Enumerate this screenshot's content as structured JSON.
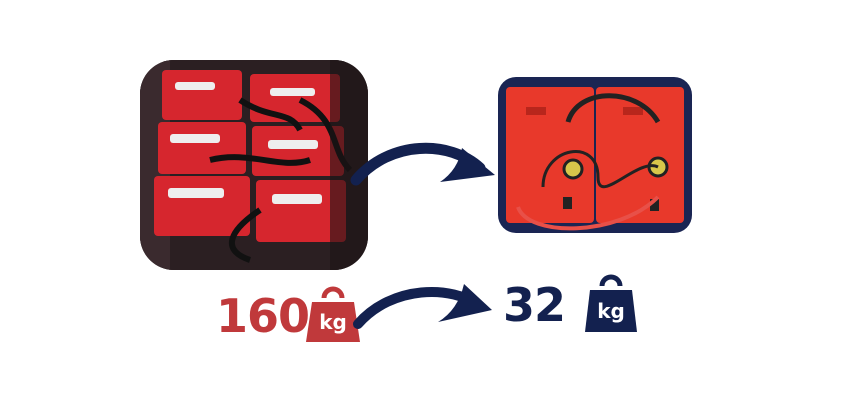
{
  "before": {
    "weight_value": "160",
    "unit": "kg",
    "color": "#c0393b"
  },
  "after": {
    "weight_value": "32",
    "unit": "kg",
    "color": "#13214f"
  },
  "icons": [
    "lead-acid-batteries-photo",
    "lithium-battery-photo",
    "arrow-right-curved",
    "weight-kg-icon"
  ]
}
